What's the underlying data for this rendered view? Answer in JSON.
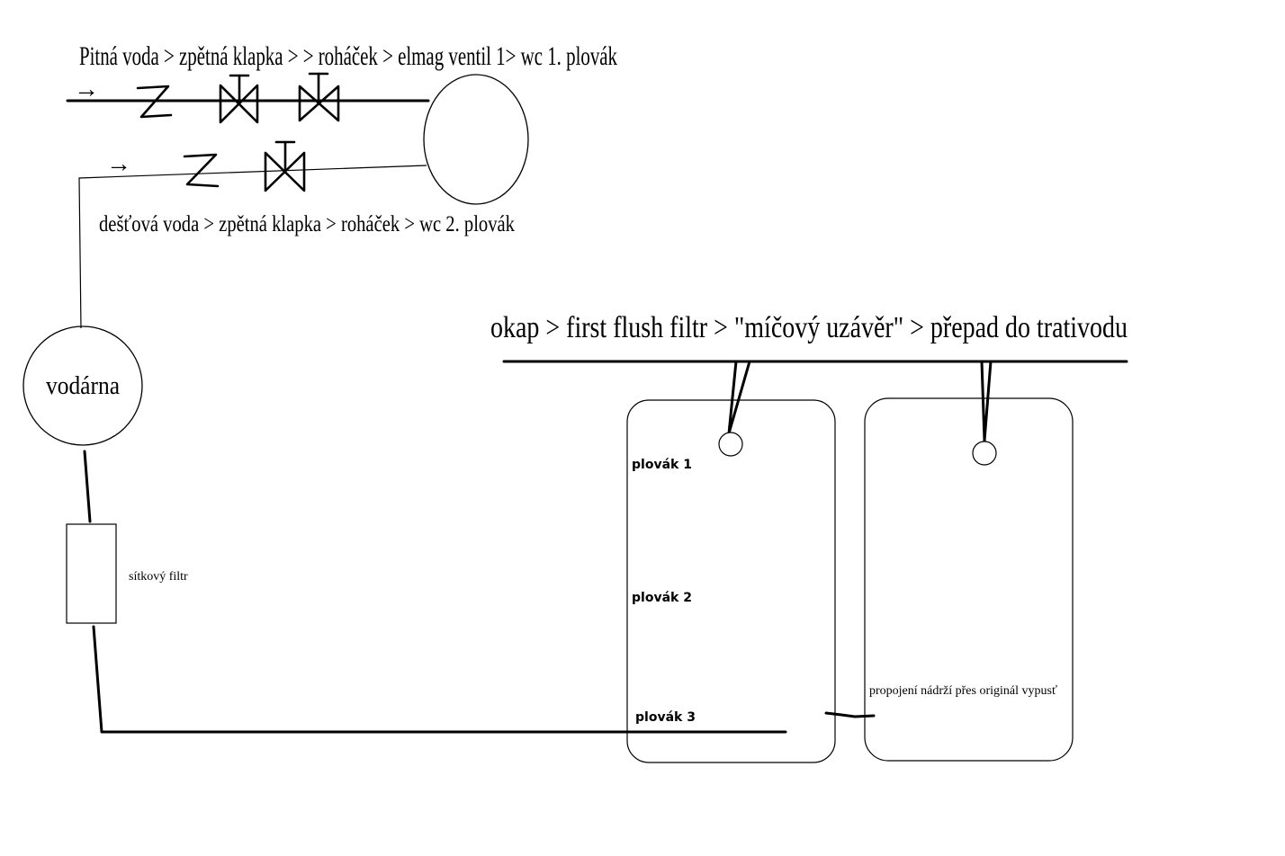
{
  "labels": {
    "potable_flow": "Pitná voda > zpětná klapka > > roháček > elmag ventil 1> wc 1. plovák",
    "rain_flow": "dešťová voda  > zpětná klapka > roháček > wc 2. plovák",
    "roof_flow": "okap > first flush filtr > \"míčový uzávěr\" > přepad do trativodu",
    "pump": "vodárna",
    "mesh_filter": "sítkový filtr",
    "float_1": "plovák 1",
    "float_2": "plovák 2",
    "float_3": "plovák 3",
    "tank_link": "propojení nádrží přes originál vypusť"
  },
  "flow_arrows": [
    "→",
    "→"
  ]
}
